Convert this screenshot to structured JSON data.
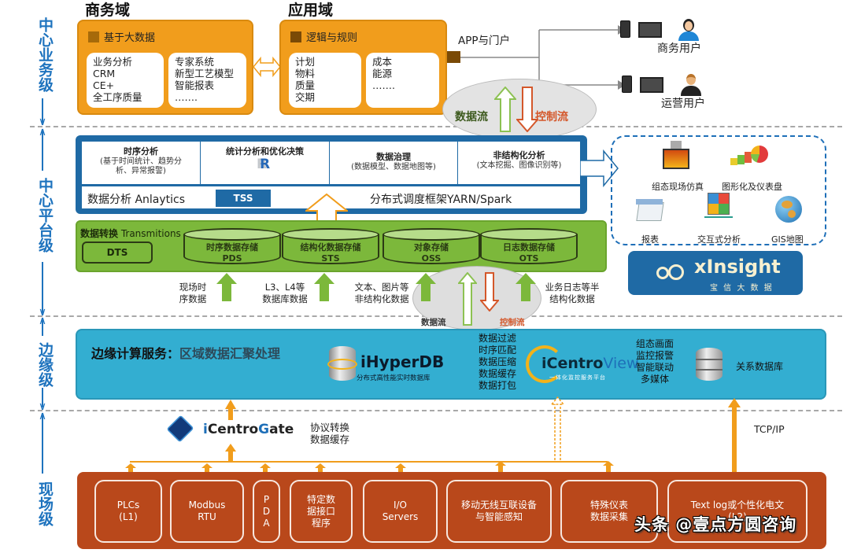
{
  "tiers": {
    "business": "中心业务级",
    "platform": "中心平台级",
    "edge": "边缘级",
    "field": "现场级"
  },
  "business": {
    "commerce_domain": {
      "title": "商务域",
      "header": "基于大数据",
      "left_items": [
        "业务分析",
        "CRM",
        "CE+",
        "全工序质量"
      ],
      "right_items": [
        "专家系统",
        "新型工艺模型",
        "智能报表",
        "……."
      ]
    },
    "application_domain": {
      "title": "应用域",
      "header": "逻辑与规则",
      "left_items": [
        "计划",
        "物料",
        "质量",
        "交期"
      ],
      "right_items": [
        "成本",
        "能源",
        "……."
      ]
    },
    "portal_label": "APP与门户",
    "users": [
      {
        "label": "商务用户",
        "icon": "female-user-icon"
      },
      {
        "label": "运营用户",
        "icon": "male-user-icon"
      }
    ],
    "flow": {
      "data": "数据流",
      "control": "控制流"
    }
  },
  "analytics": {
    "cells": [
      {
        "title": "时序分析",
        "sub": "(基于时间统计、趋势分析、异常报警)"
      },
      {
        "title": "统计分析和优化决策",
        "sub": "R"
      },
      {
        "title": "数据治理",
        "sub": "(数据模型、数据地图等)"
      },
      {
        "title": "非结构化分析",
        "sub": "(文本挖掘、图像识别等)"
      }
    ],
    "label": "数据分析 Anlaytics",
    "tss": "TSS",
    "framework": "分布式调度框架YARN/Spark"
  },
  "visualization": {
    "items": [
      {
        "label": "组态现场仿真",
        "icon": "furnace-simulation-icon"
      },
      {
        "label": "图形化及仪表盘",
        "icon": "dashboard-chart-icon"
      },
      {
        "label": "报表",
        "icon": "report-icon"
      },
      {
        "label": "交互式分析",
        "icon": "cube-analysis-icon"
      },
      {
        "label": "GIS地图",
        "icon": "globe-icon"
      }
    ],
    "brand": {
      "name": "xInsight",
      "sub": "宝 信 大 数 据"
    }
  },
  "storage": {
    "title_bold": "数据转换",
    "title_rest": " Transmitions",
    "dts": "DTS",
    "cylinders": [
      {
        "name": "时序数据存储",
        "code": "PDS"
      },
      {
        "name": "结构化数据存储",
        "code": "STS"
      },
      {
        "name": "对象存储",
        "code": "OSS"
      },
      {
        "name": "日志数据存储",
        "code": "OTS"
      }
    ],
    "inputs": [
      [
        "现场时",
        "序数据"
      ],
      [
        "L3、L4等",
        "数据库数据"
      ],
      [
        "文本、图片等",
        "非结构化数据"
      ],
      [
        "业务日志等半",
        "结构化数据"
      ]
    ],
    "flow": {
      "data": "数据流",
      "control": "控制流"
    }
  },
  "edge": {
    "title_bold": "边缘计算服务：",
    "title_rest": "区域数据汇聚处理",
    "ihyperdb": {
      "name": "iHyperDB",
      "sub": "分布式高性能实时数据库"
    },
    "processing": [
      "数据过滤",
      "时序匹配",
      "数据压缩",
      "数据缓存",
      "数据打包"
    ],
    "icentroview": {
      "name_c": "Centro",
      "name_v": "View",
      "prefix": "i",
      "sub": "一体化监控服务平台"
    },
    "features": [
      "组态画面",
      "监控报警",
      "智能联动",
      "多媒体"
    ],
    "rdb": "关系数据库"
  },
  "gateway": {
    "name_i": "i",
    "name_c": "Centro",
    "name_g": "G",
    "name_rest": "ate",
    "features": [
      "协议转换",
      "数据缓存"
    ],
    "tcp": "TCP/IP"
  },
  "field": {
    "devices": [
      [
        "PLCs",
        "(L1)"
      ],
      [
        "Modbus",
        "RTU"
      ],
      [
        "P",
        "D",
        "A"
      ],
      [
        "特定数",
        "据接口",
        "程序"
      ],
      [
        "I/O",
        "Servers"
      ],
      [
        "移动无线互联设备",
        "与智能感知"
      ],
      [
        "特殊仪表",
        "数据采集"
      ],
      [
        "Text log或个性化电文",
        "(L2)"
      ]
    ]
  },
  "watermark": "头条 @壹点方圆咨询",
  "colors": {
    "tier_blue": "#1e73be",
    "orange": "#f19d1c",
    "analytics_blue": "#1f6aa5",
    "green": "#7cb83b",
    "cyan": "#33aed1",
    "rust": "#b9481b",
    "control_red": "#d4572a",
    "data_green": "#8cc152"
  }
}
